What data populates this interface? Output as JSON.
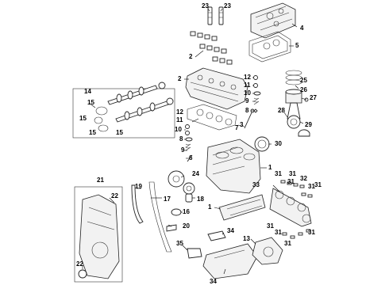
{
  "diagram": {
    "callouts": {
      "c1a": "1",
      "c1b": "1",
      "c2a": "2",
      "c2b": "2",
      "c3": "3",
      "c4": "4",
      "c5": "5",
      "c6": "6",
      "c7": "7",
      "c8a": "8",
      "c8b": "8",
      "c9a": "9",
      "c9b": "9",
      "c10a": "10",
      "c10b": "10",
      "c11a": "11",
      "c11b": "11",
      "c12a": "12",
      "c12b": "12",
      "c13": "13",
      "c14": "14",
      "c15a": "15",
      "c15b": "15",
      "c15c": "15",
      "c15d": "15",
      "c16": "16",
      "c17": "17",
      "c18": "18",
      "c19": "19",
      "c20": "20",
      "c21": "21",
      "c22a": "22",
      "c22b": "22",
      "c23a": "23",
      "c23b": "23",
      "c24": "24",
      "c25": "25",
      "c26": "26",
      "c27": "27",
      "c28": "28",
      "c29": "29",
      "c30": "30",
      "c31a": "31",
      "c31b": "31",
      "c31c": "31",
      "c31d": "31",
      "c31e": "31",
      "c31f": "31",
      "c31g": "31",
      "c31h": "31",
      "c31i": "31",
      "c32": "32",
      "c33": "33",
      "c34a": "34",
      "c34b": "34",
      "c35": "35"
    }
  }
}
